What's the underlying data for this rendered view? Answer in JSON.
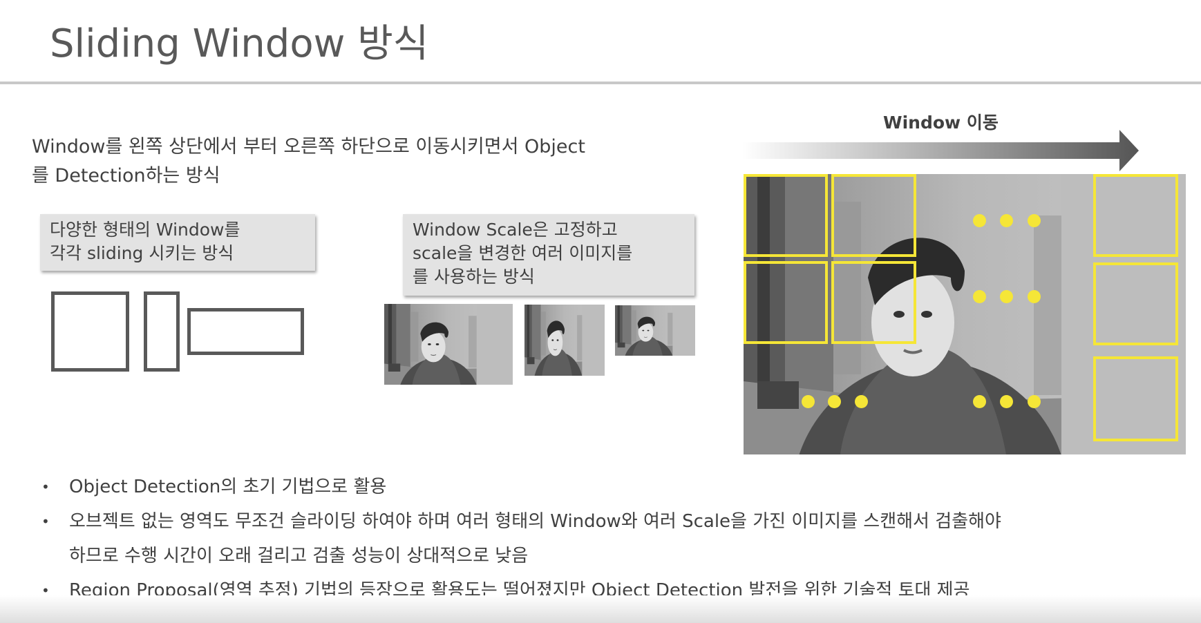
{
  "slide": {
    "title": "Sliding Window 방식",
    "intro_line1": "Window를 왼쪽 상단에서 부터 오른쪽 하단으로 이동시키면서 Object",
    "intro_line2": "를 Detection하는 방식"
  },
  "callout_left": {
    "line1": "다양한 형태의 Window를",
    "line2": "각각 sliding 시키는 방식"
  },
  "callout_middle": {
    "line1": "Window Scale은 고정하고",
    "line2": "scale을 변경한 여러 이미지를",
    "line3": "를 사용하는 방식"
  },
  "arrow": {
    "label": "Window 이동"
  },
  "colors": {
    "window_highlight": "#f5e637",
    "shape_stroke": "#595959",
    "callout_bg": "#e3e3e3"
  },
  "bullets": [
    {
      "text": "Object Detection의 초기 기법으로 활용"
    },
    {
      "text": "오브젝트 없는 영역도 무조건 슬라이딩 하여야 하며 여러 형태의 Window와 여러 Scale을 가진 이미지를 스캔해서 검출해야"
    },
    {
      "text": "하므로  수행 시간이 오래 걸리고 검출 성능이 상대적으로 낮음"
    },
    {
      "text": "Region Proposal(영역 추정) 기법의 등장으로 활용도는 떨어졌지만 Object Detection 발전을 위한 기술적 토대 제공"
    }
  ],
  "bullet_glyph": "•"
}
